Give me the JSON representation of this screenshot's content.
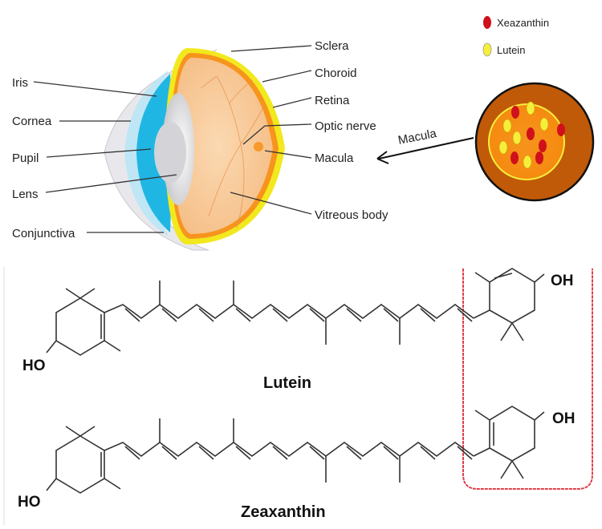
{
  "eye_labels": {
    "iris": "Iris",
    "cornea": "Cornea",
    "pupil": "Pupil",
    "lens": "Lens",
    "conjunctiva": "Conjunctiva",
    "sclera": "Sclera",
    "choroid": "Choroid",
    "retina": "Retina",
    "optic_nerve": "Optic nerve",
    "macula": "Macula",
    "vitreous_body": "Vitreous body"
  },
  "macula_arrow_label": "Macula",
  "legend": {
    "zeaxanthin": {
      "label": "Xeazanthin",
      "color": "#d0101a"
    },
    "lutein": {
      "label": "Lutein",
      "color": "#f5ee3a"
    }
  },
  "molecules": {
    "lutein": {
      "name": "Lutein",
      "left_group": "HO",
      "right_group": "OH"
    },
    "zeaxanthin": {
      "name": "Zeaxanthin",
      "left_group": "HO",
      "right_group": "OH"
    }
  },
  "colors": {
    "highlight_box": "#e0404a",
    "macula_outer": "#c05a08",
    "macula_inner": "#f7941d"
  }
}
